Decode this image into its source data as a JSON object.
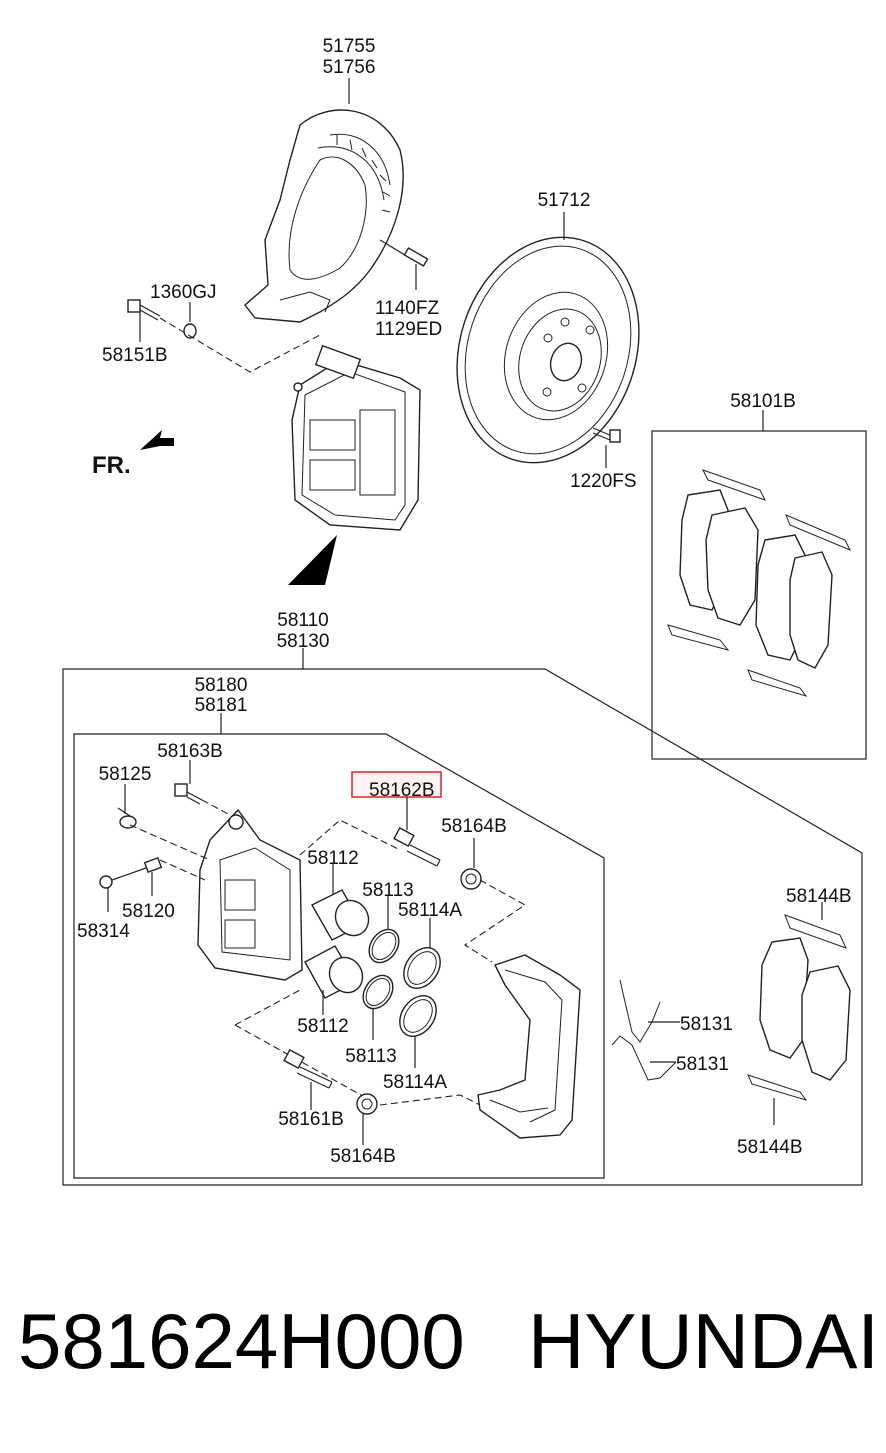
{
  "labels": {
    "shield_a": "51755",
    "shield_b": "51756",
    "disc": "51712",
    "bolt_1360": "1360GJ",
    "bolt_1140": "1140FZ",
    "bolt_1129": "1129ED",
    "bolt_58151": "58151B",
    "fr": "FR.",
    "screw_1220": "1220FS",
    "pad_kit": "58101B",
    "caliper_a": "58110",
    "caliper_b": "58130",
    "body_a": "58180",
    "body_b": "58181",
    "bolt_58163": "58163B",
    "cap_58125": "58125",
    "pin_highlight": "58162B",
    "boot_top": "58164B",
    "piston_top": "58112",
    "seal_top": "58113",
    "boot_ring_top": "58114A",
    "bleeder_58120": "58120",
    "cap_58314": "58314",
    "piston_bottom": "58112",
    "seal_bottom": "58113",
    "boot_ring_bottom": "58114A",
    "pin_58161": "58161B",
    "boot_bottom": "58164B",
    "shim_top": "58144B",
    "spring_1": "58131",
    "spring_2": "58131",
    "shim_bottom": "58144B"
  },
  "footer": {
    "part_number": "581624H000",
    "brand": "HYUNDAI"
  },
  "colors": {
    "highlight": "#e0303a",
    "ink": "#222222"
  }
}
